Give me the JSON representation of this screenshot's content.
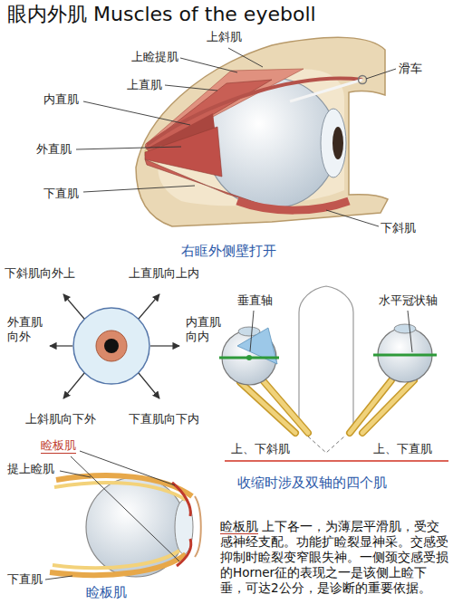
{
  "diagram": {
    "title": "眼内外肌 Muscles of the eyeboll",
    "labels": [
      "上斜肌",
      "上睑提肌",
      "滑车",
      "上直肌",
      "内直肌",
      "外直肌",
      "下直肌",
      "下斜肌",
      "右眶外侧壁打开",
      "下斜肌向外上",
      "上直肌向上内",
      "外直肌 向外",
      "内直肌 向内",
      "上斜肌向下外",
      "下直肌向下内",
      "垂直轴",
      "水平冠状轴",
      "上、下斜肌",
      "上、下直肌",
      "收缩时涉及双轴的四个肌",
      "睑板肌",
      "提上睑肌",
      "下直肌",
      "睑板肌",
      "睑板肌",
      "上下各一，为薄层平滑肌，受交感神经支配。功能扩睑裂显神采。交感受抑制时睑裂变窄眼失神。一侧颈交感受损的Horner征的表现之一是该侧上睑下垂，可达2公分，是诊断的重要依据。"
    ]
  }
}
